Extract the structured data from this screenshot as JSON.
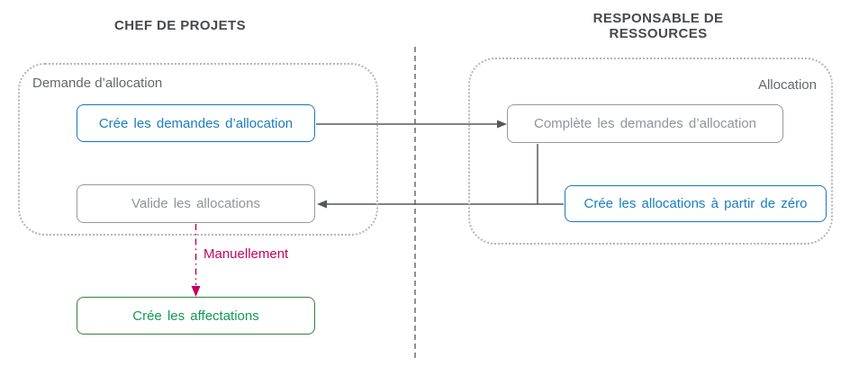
{
  "lanes": {
    "left": {
      "title": "CHEF DE PROJETS"
    },
    "right": {
      "title": "RESPONSABLE DE RESSOURCES"
    }
  },
  "groups": {
    "left": {
      "label": "Demande d’allocation"
    },
    "right": {
      "label": "Allocation"
    }
  },
  "nodes": {
    "create_requests": {
      "label": "Crée les demandes d’allocation",
      "state": "active"
    },
    "complete_requests": {
      "label": "Complète les demandes d’allocation",
      "state": "inactive"
    },
    "validate_allocations": {
      "label": "Valide les allocations",
      "state": "inactive"
    },
    "create_allocations": {
      "label": "Crée les allocations à partir de zéro",
      "state": "active"
    },
    "create_assignments": {
      "label": "Crée les affectations",
      "state": "success"
    }
  },
  "edges": {
    "manual_label": "Manuellement"
  },
  "colors": {
    "accent_blue": "#1878b8",
    "inactive_gray": "#8f959a",
    "success_green": "#0e9c51",
    "success_border_green": "#35823a",
    "manual_crimson": "#c3045c",
    "arrow_gray": "#55585a",
    "divider_gray": "#6a6d70",
    "group_border_gray": "#b5b6b8"
  }
}
